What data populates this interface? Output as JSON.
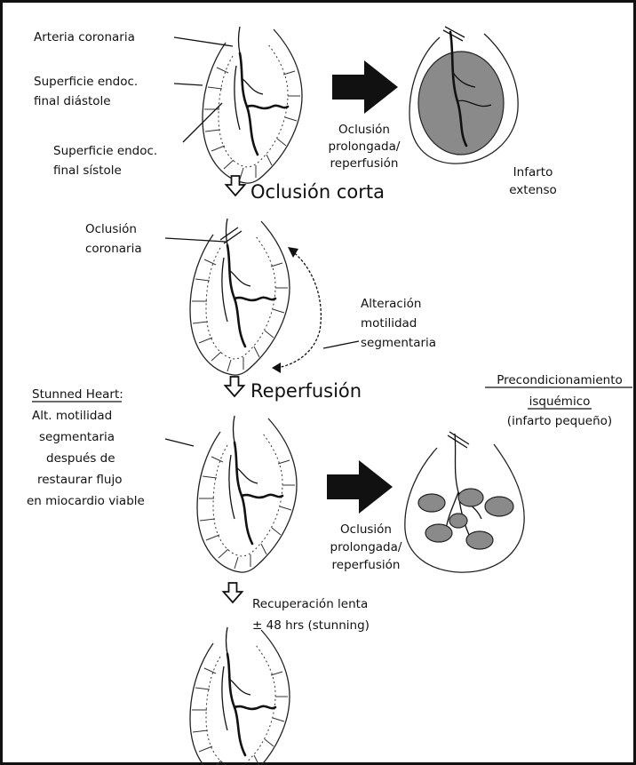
{
  "labels": {
    "arteria_coronaria": "Arteria coronaria",
    "superficie_diastole_1": "Superficie endoc.",
    "superficie_diastole_2": "final diástole",
    "superficie_sistole_1": "Superficie endoc.",
    "superficie_sistole_2": "final sístole",
    "oclusion_prolongada_1": "Oclusión",
    "oclusion_prolongada_2": "prolongada/",
    "oclusion_prolongada_3": "reperfusión",
    "infarto_extenso_1": "Infarto",
    "infarto_extenso_2": "extenso",
    "oclusion_corta": "Oclusión corta",
    "oclusion_coronaria_1": "Oclusión",
    "oclusion_coronaria_2": "coronaria",
    "alteracion_1": "Alteración",
    "alteracion_2": "motilidad",
    "alteracion_3": "segmentaria",
    "reperfusion": "Reperfusión",
    "stunned_title": "Stunned Heart:",
    "stunned_1": "Alt. motilidad",
    "stunned_2": "segmentaria",
    "stunned_3": "después de",
    "stunned_4": "restaurar flujo",
    "stunned_5": "en miocardio viable",
    "precond_1": "Precondicionamiento",
    "precond_2": "isquémico",
    "precond_3": "(infarto pequeño)",
    "oclusion_prolongada_b_1": "Oclusión",
    "oclusion_prolongada_b_2": "prolongada/",
    "oclusion_prolongada_b_3": "reperfusión",
    "recuperacion_1": "Recuperación lenta",
    "recuperacion_2": "± 48 hrs (stunning)"
  },
  "colors": {
    "ink": "#111111",
    "infarct_fill": "#8a8a8a"
  }
}
